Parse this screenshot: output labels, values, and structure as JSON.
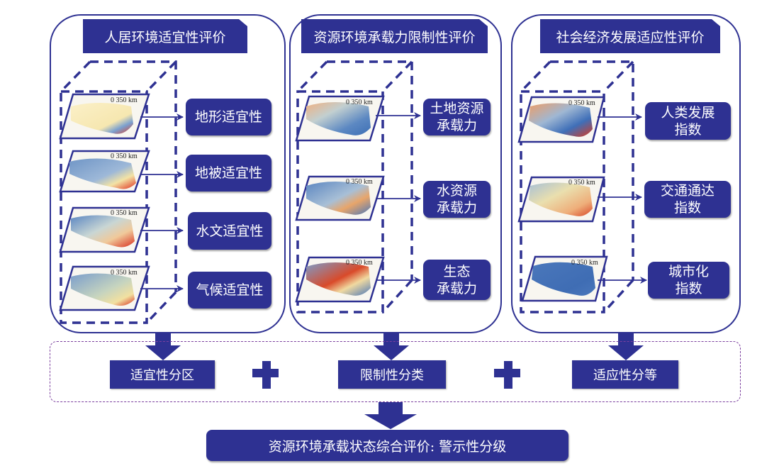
{
  "colors": {
    "primary": "#2e3192",
    "group_border": "#7b3f9e",
    "background": "#ffffff"
  },
  "panels": [
    {
      "title": "人居环境适宜性评价",
      "indicators": [
        {
          "label": "地形适宜性",
          "map": "terrain-suitability-map"
        },
        {
          "label": "地被适宜性",
          "map": "landcover-suitability-map"
        },
        {
          "label": "水文适宜性",
          "map": "hydrology-suitability-map"
        },
        {
          "label": "气候适宜性",
          "map": "climate-suitability-map"
        }
      ],
      "output": "适宜性分区"
    },
    {
      "title": "资源环境承载力限制性评价",
      "indicators": [
        {
          "label": "土地资源\n承载力",
          "map": "land-resource-capacity-map"
        },
        {
          "label": "水资源\n承载力",
          "map": "water-resource-capacity-map"
        },
        {
          "label": "生态\n承载力",
          "map": "ecological-capacity-map"
        }
      ],
      "output": "限制性分类"
    },
    {
      "title": "社会经济发展适应性评价",
      "indicators": [
        {
          "label": "人类发展\n指数",
          "map": "human-development-index-map"
        },
        {
          "label": "交通通达\n指数",
          "map": "traffic-accessibility-index-map"
        },
        {
          "label": "城市化\n指数",
          "map": "urbanization-index-map"
        }
      ],
      "output": "适应性分等"
    }
  ],
  "map_scale_label": "0  350 km",
  "plus_symbol": "+",
  "final": "资源环境承载状态综合评价: 警示性分级"
}
